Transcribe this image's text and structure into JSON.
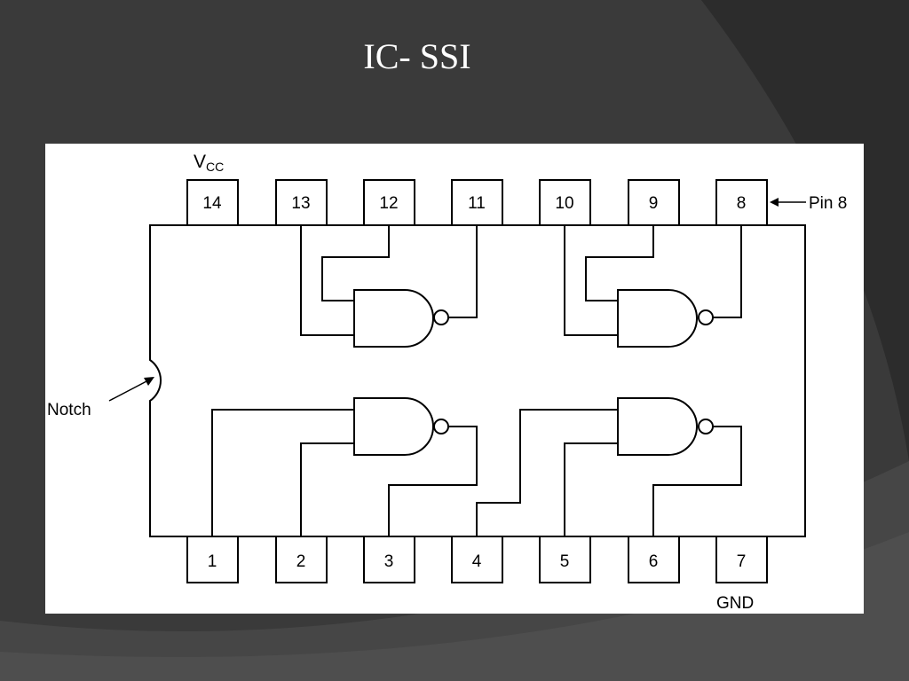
{
  "slide": {
    "title": "IC- SSI"
  },
  "colors": {
    "background": "#3a3a3a",
    "panel": "#ffffff",
    "ink": "#000000"
  },
  "diagram": {
    "top_pins": [
      "14",
      "13",
      "12",
      "11",
      "10",
      "9",
      "8"
    ],
    "bottom_pins": [
      "1",
      "2",
      "3",
      "4",
      "5",
      "6",
      "7"
    ],
    "vcc_label": "V",
    "vcc_subscript": "CC",
    "pin8_label": "Pin 8",
    "notch_label": "Notch",
    "gnd_label": "GND",
    "gate_type": "NAND",
    "gate_count": 4
  }
}
